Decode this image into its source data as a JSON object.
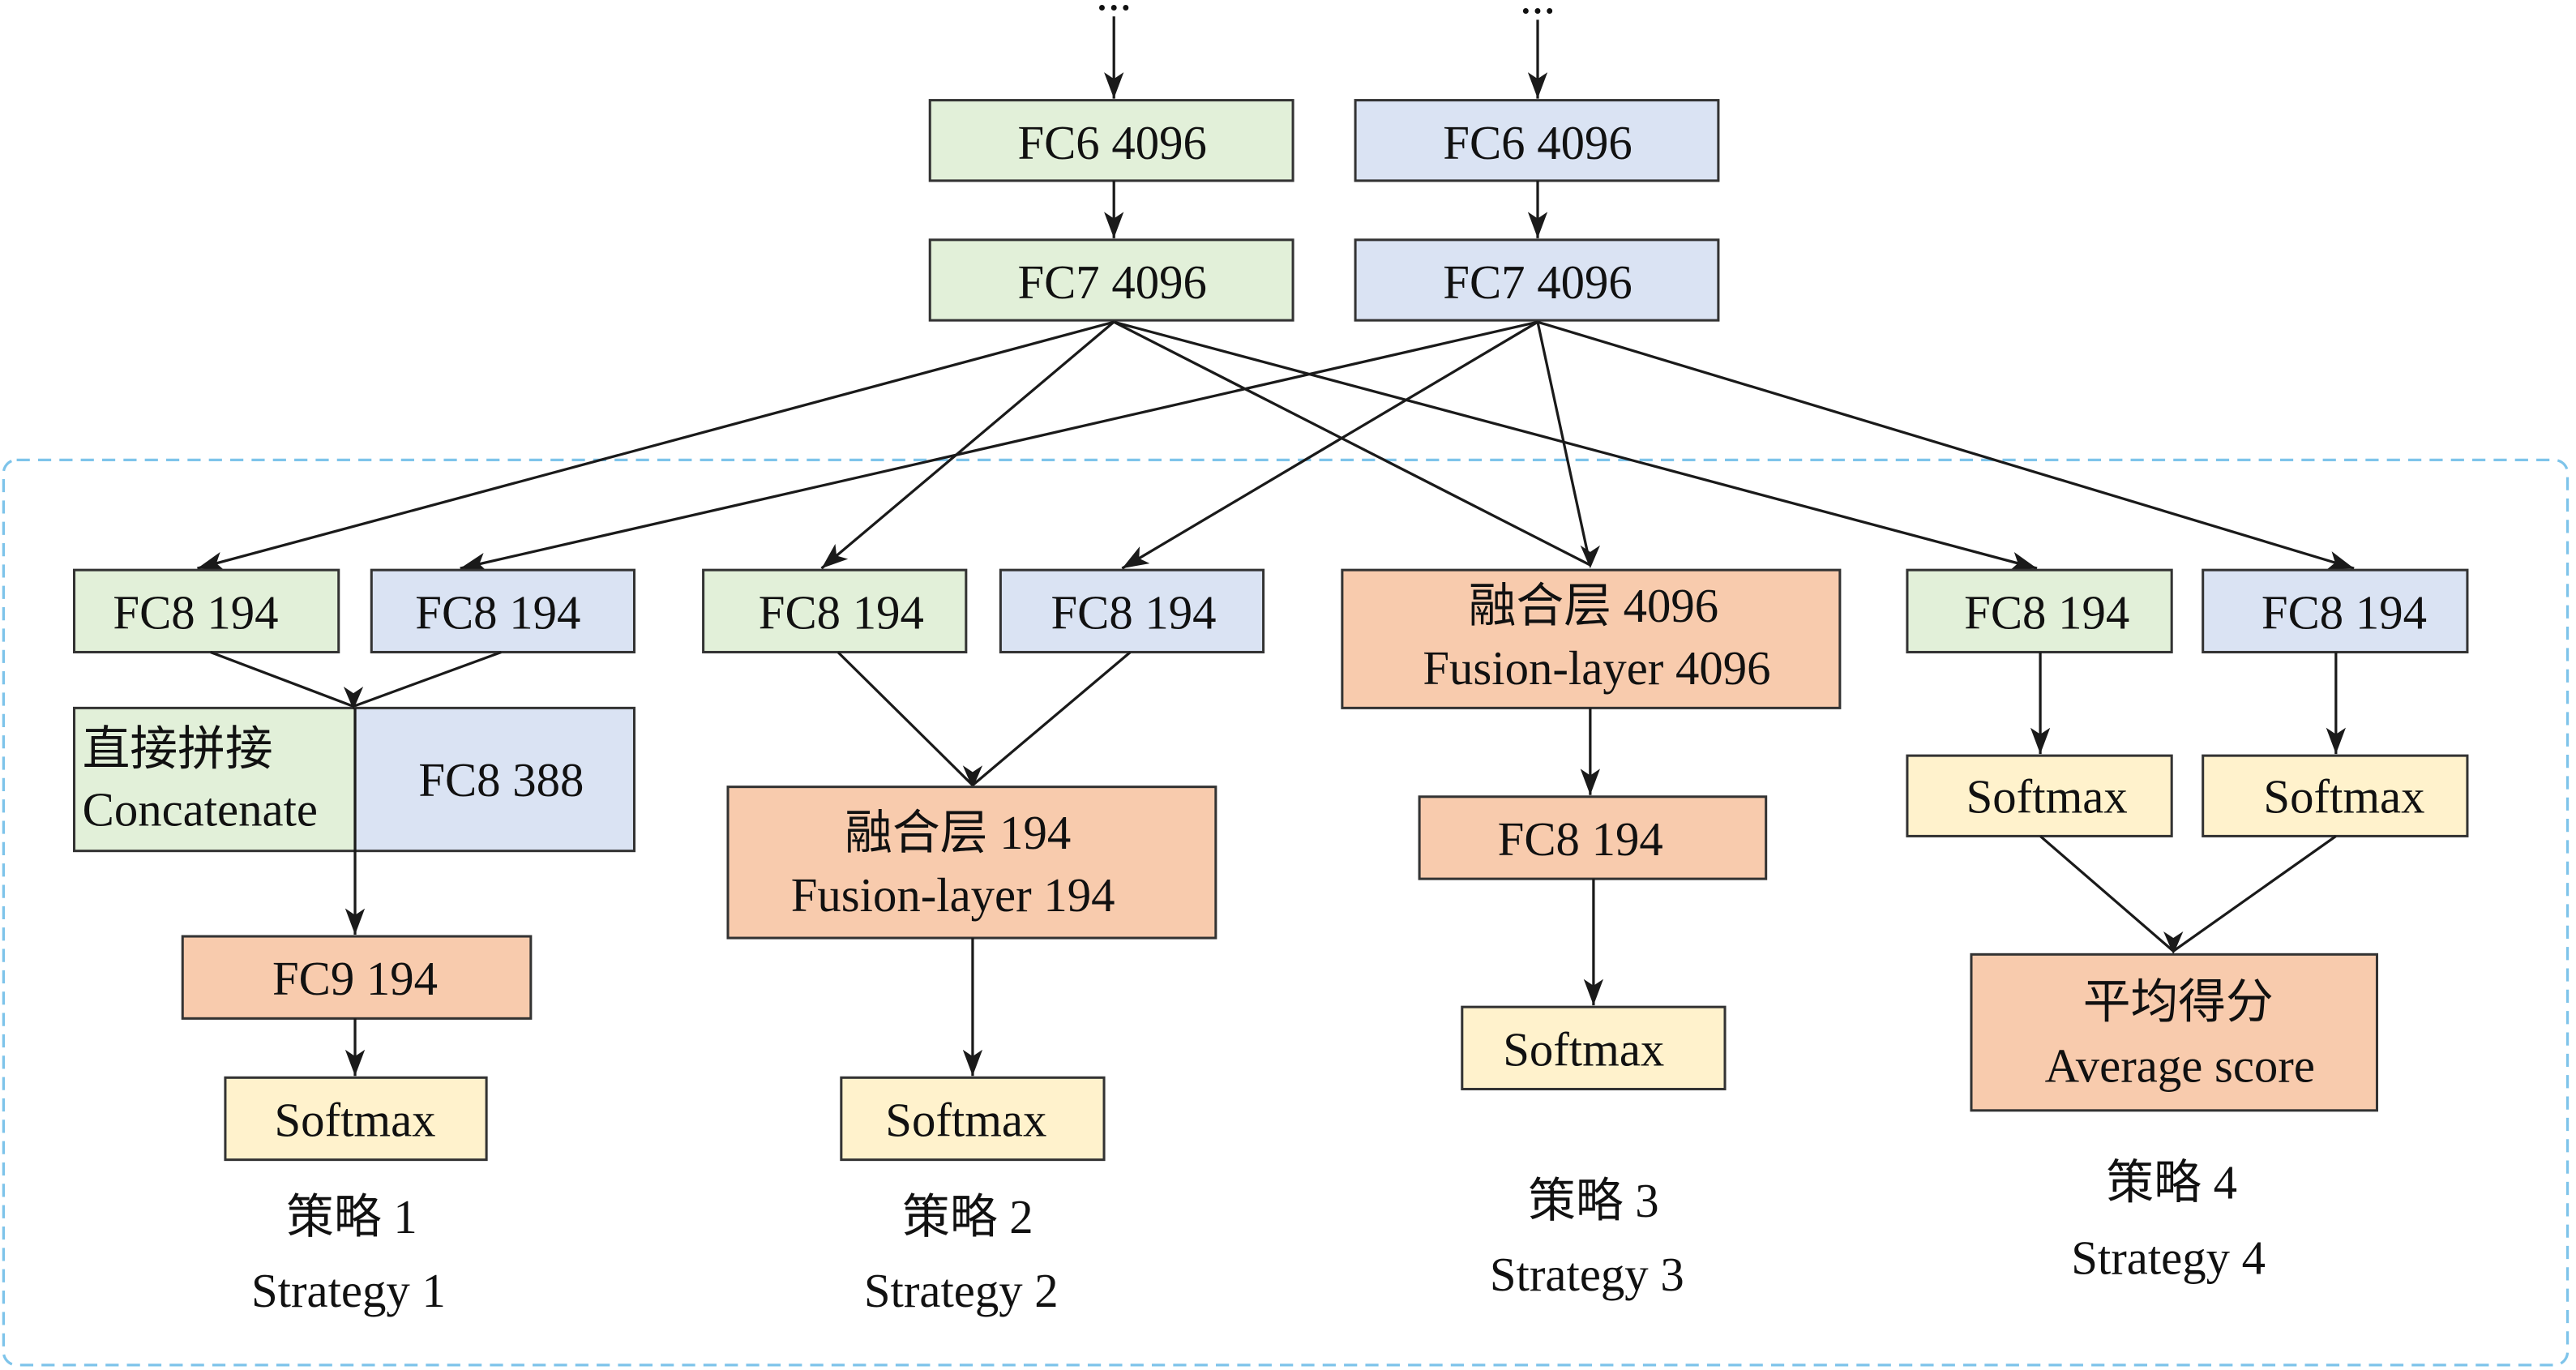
{
  "top": {
    "ellipsis_green": "...",
    "ellipsis_blue": "...",
    "green_stream": {
      "fc6": "FC6 4096",
      "fc7": "FC7 4096"
    },
    "blue_stream": {
      "fc6": "FC6 4096",
      "fc7": "FC7 4096"
    }
  },
  "strategy1": {
    "fc8_green": "FC8 194",
    "fc8_blue": "FC8 194",
    "concat_cn": "直接拼接",
    "concat_en": "Concatenate",
    "fc8_concat": "FC8 388",
    "fc9": "FC9 194",
    "softmax": "Softmax",
    "label_cn": "策略 1",
    "label_en": "Strategy 1"
  },
  "strategy2": {
    "fc8_green": "FC8 194",
    "fc8_blue": "FC8 194",
    "fusion_cn": "融合层 194",
    "fusion_en": "Fusion-layer 194",
    "softmax": "Softmax",
    "label_cn": "策略 2",
    "label_en": "Strategy 2"
  },
  "strategy3": {
    "fusion_cn": "融合层 4096",
    "fusion_en": "Fusion-layer 4096",
    "fc8": "FC8 194",
    "softmax": "Softmax",
    "label_cn": "策略 3",
    "label_en": "Strategy 3"
  },
  "strategy4": {
    "fc8_green": "FC8 194",
    "fc8_blue": "FC8 194",
    "softmax_green": "Softmax",
    "softmax_blue": "Softmax",
    "average_cn": "平均得分",
    "average_en": "Average score",
    "label_cn": "策略 4",
    "label_en": "Strategy 4"
  },
  "colors": {
    "green_stream": "#e2f0d9",
    "blue_stream": "#dae3f3",
    "fusion": "#f8cbad",
    "softmax": "#fff2cc",
    "region_border": "#7ec4ea"
  }
}
